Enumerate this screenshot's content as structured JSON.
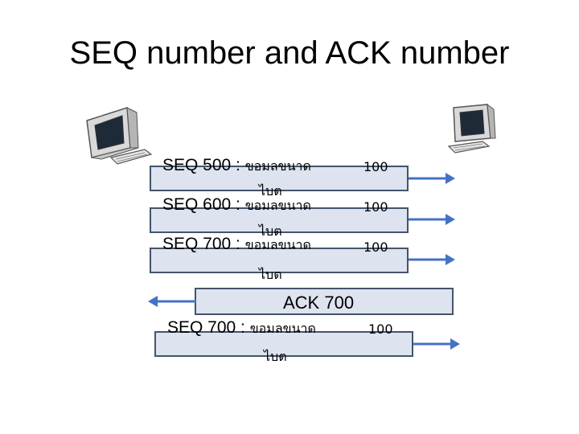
{
  "title": "SEQ number and ACK number",
  "segments": [
    {
      "seq_label": "SEQ 500 :",
      "desc": "ขอมลขนาด",
      "size": "100",
      "unit": "ไบต"
    },
    {
      "seq_label": "SEQ 600 :",
      "desc": "ขอมลขนาด",
      "size": "100",
      "unit": "ไบต"
    },
    {
      "seq_label": "SEQ 700 :",
      "desc": "ขอมลขนาด",
      "size": "100",
      "unit": "ไบต"
    }
  ],
  "ack": {
    "label": "ACK 700"
  },
  "retransmit": {
    "seq_label": "SEQ 700 :",
    "desc": "ขอมลขนาด",
    "size": "100",
    "unit": "ไบต"
  },
  "colors": {
    "box_fill": "#dde3ef",
    "box_border": "#44546a",
    "arrow": "#4472c4"
  },
  "icons": {
    "left": "computer-icon",
    "right": "computer-icon"
  }
}
